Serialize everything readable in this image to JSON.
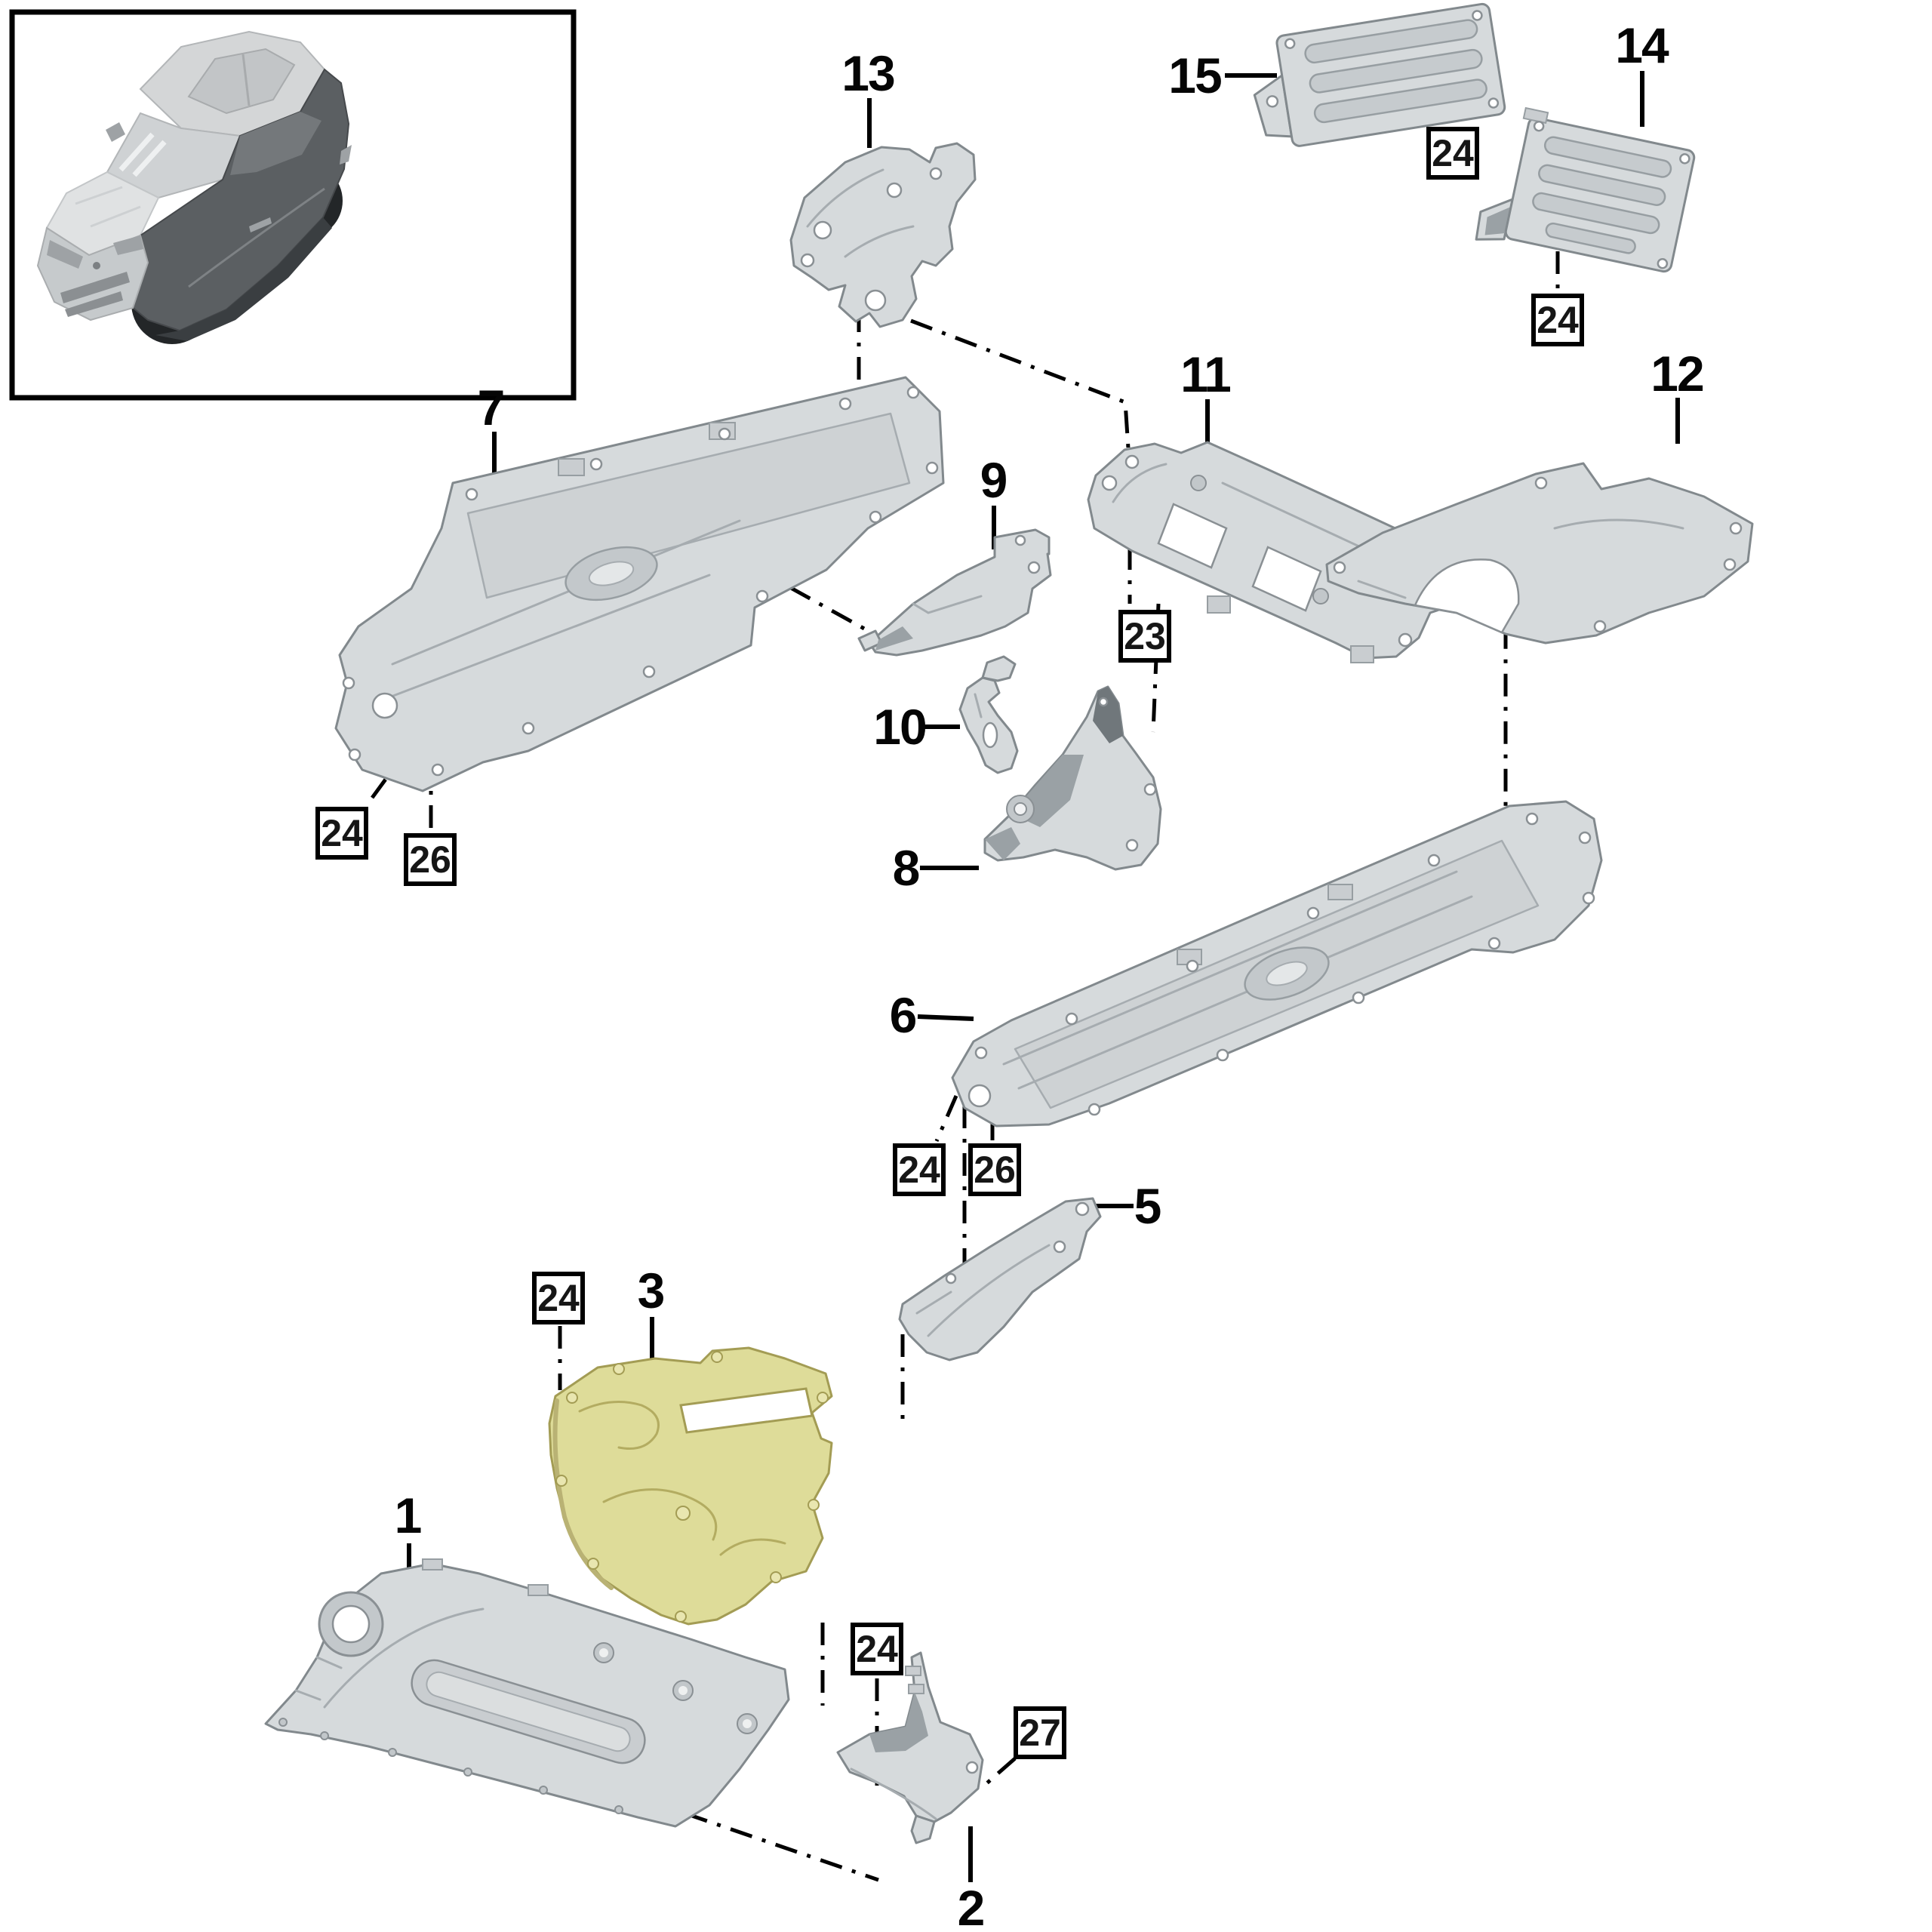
{
  "colors": {
    "background": "#ffffff",
    "line": "#000000",
    "panel_gray": "#d6dadc",
    "highlight_yellow": "#dedc99"
  },
  "thumbnail": {
    "icon": "vehicle-suv-3d-view"
  },
  "callouts": {
    "c1": "1",
    "c2": "2",
    "c3": "3",
    "c5": "5",
    "c6": "6",
    "c7": "7",
    "c8": "8",
    "c9": "9",
    "c10": "10",
    "c11": "11",
    "c12": "12",
    "c13": "13",
    "c14": "14",
    "c15": "15"
  },
  "ref_boxes": {
    "b23": "23",
    "b24": "24",
    "b26": "26",
    "b27": "27"
  }
}
